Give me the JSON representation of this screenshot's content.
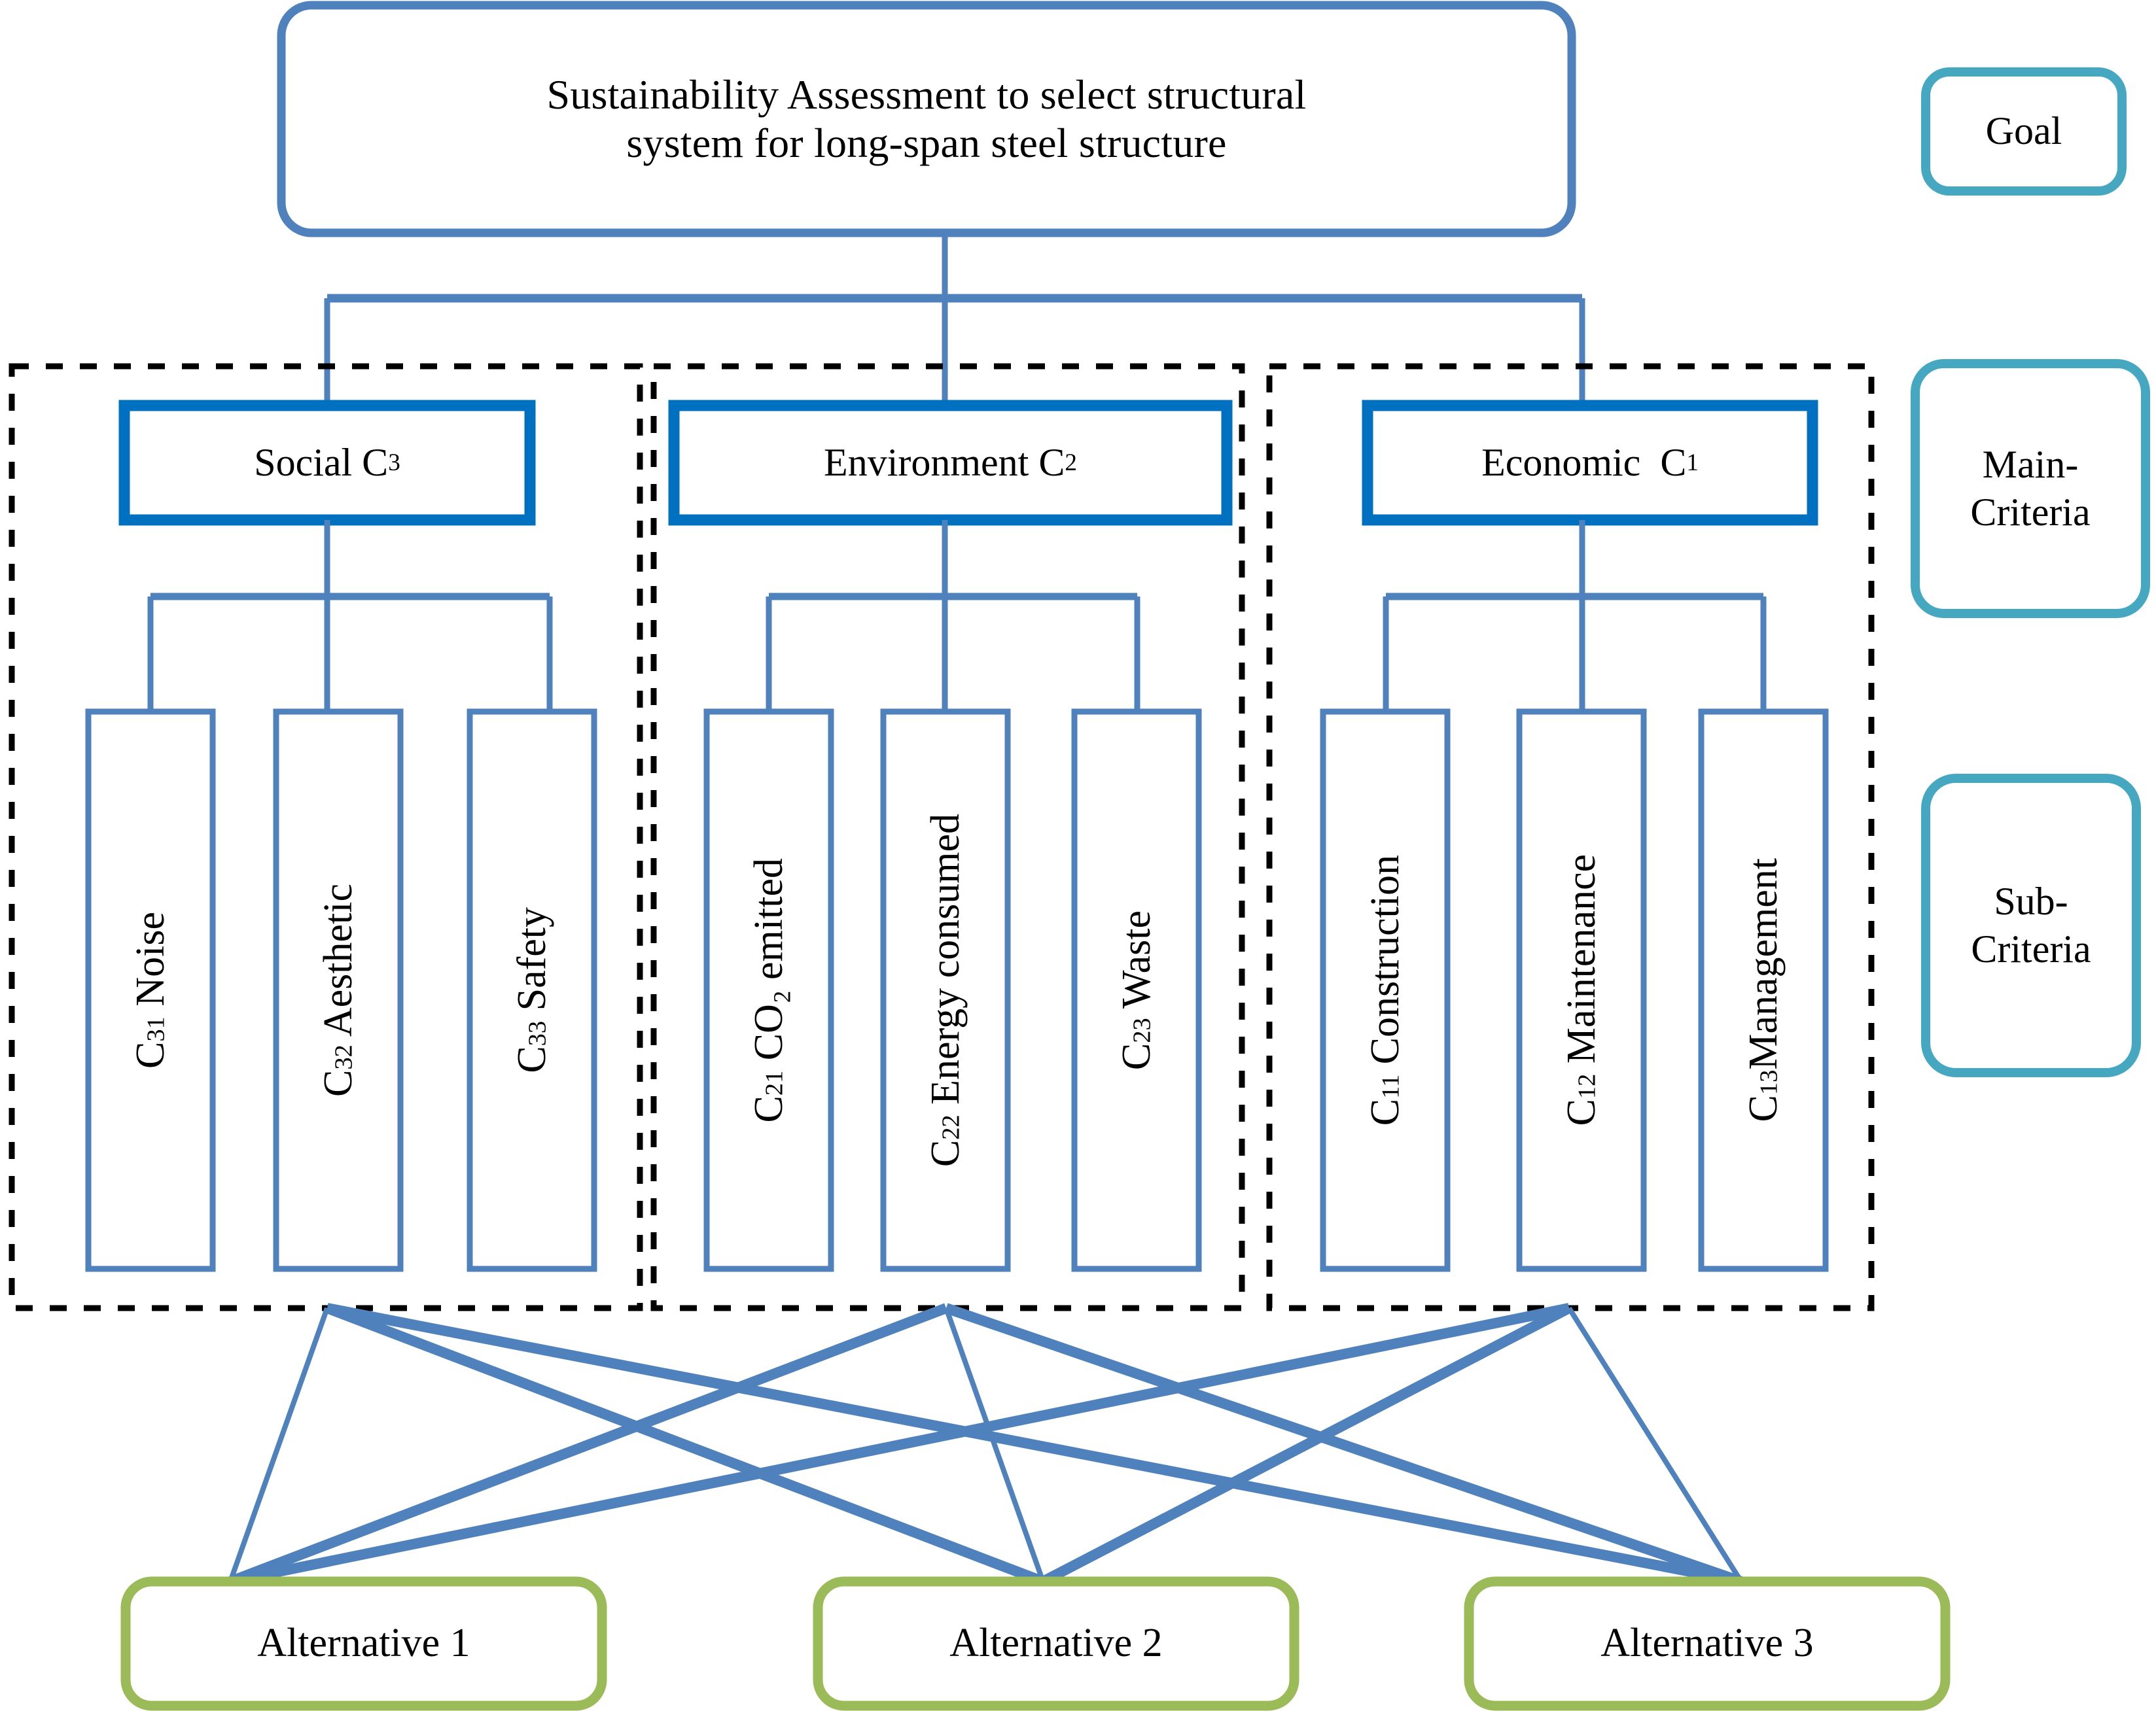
{
  "diagram": {
    "title": "Sustainability Assessment hierarchy (AHP) for long-span steel structure",
    "goal": {
      "label_line1": "Sustainability Assessment to select structural",
      "label_line2": "system for long-span steel structure",
      "border_color": "#4F81BD"
    },
    "main_criteria": [
      {
        "id": "C3",
        "label_text": "Social C",
        "label_sub": "3",
        "border_color": "#0070C0"
      },
      {
        "id": "C2",
        "label_text": "Environment C",
        "label_sub": "2",
        "border_color": "#0070C0"
      },
      {
        "id": "C1",
        "label_text": "Economic  C",
        "label_sub": "1",
        "border_color": "#0070C0"
      }
    ],
    "sub_criteria": [
      {
        "id": "C31",
        "code": "C",
        "sub": "31",
        "name": " Noise",
        "parent": "C3",
        "border_color": "#4F81BD"
      },
      {
        "id": "C32",
        "code": "C",
        "sub": "32",
        "name": " Aesthetic",
        "parent": "C3",
        "border_color": "#4F81BD"
      },
      {
        "id": "C33",
        "code": "C",
        "sub": "33",
        "name": " Safety",
        "parent": "C3",
        "border_color": "#4F81BD"
      },
      {
        "id": "C21",
        "code": "C",
        "sub": "21",
        "name": " CO₂ emitted",
        "parent": "C2",
        "border_color": "#4F81BD"
      },
      {
        "id": "C22",
        "code": "C",
        "sub": "22",
        "name": " Energy consumed",
        "parent": "C2",
        "border_color": "#4F81BD"
      },
      {
        "id": "C23",
        "code": "C",
        "sub": "23",
        "name": " Waste",
        "parent": "C2",
        "border_color": "#4F81BD"
      },
      {
        "id": "C11",
        "code": "C",
        "sub": "11",
        "name": " Construction",
        "parent": "C1",
        "border_color": "#4F81BD"
      },
      {
        "id": "C12",
        "code": "C",
        "sub": "12",
        "name": " Maintenance",
        "parent": "C1",
        "border_color": "#4F81BD"
      },
      {
        "id": "C13",
        "code": "C",
        "sub": "13",
        "name": "Management",
        "parent": "C1",
        "border_color": "#4F81BD"
      }
    ],
    "alternatives": [
      {
        "id": "A1",
        "label": "Alternative 1",
        "border_color": "#9BBB59"
      },
      {
        "id": "A2",
        "label": "Alternative 2",
        "border_color": "#9BBB59"
      },
      {
        "id": "A3",
        "label": "Alternative 3",
        "border_color": "#9BBB59"
      }
    ],
    "legend": [
      {
        "id": "goal",
        "label": "Goal",
        "border_color": "#45A8C0"
      },
      {
        "id": "main-criteria",
        "label_line1": "Main-",
        "label_line2": "Criteria",
        "border_color": "#45A8C0"
      },
      {
        "id": "sub-criteria",
        "label_line1": "Sub-",
        "label_line2": "Criteria",
        "border_color": "#45A8C0"
      }
    ],
    "group_boxes": [
      {
        "id": "group-social",
        "dash_color": "#000000"
      },
      {
        "id": "group-environment",
        "dash_color": "#000000"
      },
      {
        "id": "group-economic",
        "dash_color": "#000000"
      }
    ],
    "connector_color": "#4F81BD",
    "connector_color_strong": "#0070C0"
  }
}
